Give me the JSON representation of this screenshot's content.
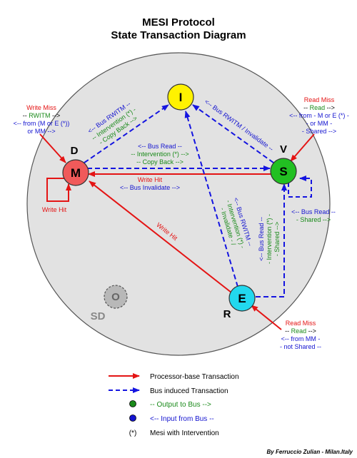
{
  "title": {
    "line1": "MESI Protocol",
    "line2": "State Transaction Diagram"
  },
  "states": {
    "I": {
      "letter": "I",
      "color": "#fff200"
    },
    "M": {
      "letter": "M",
      "color": "#f05a5a"
    },
    "S": {
      "letter": "S",
      "color": "#22c022"
    },
    "E": {
      "letter": "E",
      "color": "#22d8ee"
    },
    "O": {
      "letter": "O",
      "color": "#b8b8b8"
    }
  },
  "corner_letters": {
    "D": "D",
    "V": "V",
    "R": "R",
    "SD": "SD"
  },
  "colors": {
    "processor": "#e41414",
    "bus": "#1414e0",
    "output": "#1a8a1a",
    "input": "#1414d0",
    "circle_bg": "#e2e2e2"
  },
  "labels": {
    "write_miss": {
      "l1": "Write Miss",
      "l2_dash_a": "-- ",
      "l2_green": "RWITM",
      "l2_dash_b": " -->",
      "l3": "<-- from (M or E (*))",
      "l4": "or MM -->"
    },
    "read_miss_s": {
      "l1": "Read Miss",
      "l2_a": "-- ",
      "l2_g": "Read",
      "l2_b": " -->",
      "l3": "<-- from - M or E (*) -",
      "l4": "- or MM -",
      "l5": "- Shared -->"
    },
    "read_miss_e": {
      "l1": "Read Miss",
      "l2_a": "-- ",
      "l2_g": "Read",
      "l2_b": " -->",
      "l3": "<-- from MM -",
      "l4": "- not Shared --"
    },
    "m_to_i": {
      "l1": "<-- Bus RWITM --",
      "l2": "-- Intervention (*) -",
      "l3": "- Copy Back -->"
    },
    "m_to_s": {
      "l1": "<-- Bus Read --",
      "l2": "-- Intervention (*) -->",
      "l3": "-- Copy Back -->"
    },
    "s_to_m": {
      "l1": "Write Hit",
      "l2": "<-- Bus Invalidate -->"
    },
    "s_to_i": {
      "l1": "<-- Bus RWITM / Invalidate --"
    },
    "e_to_i": {
      "l1": "<-- Bus RWITM --",
      "l2": "- Intervention (*) -",
      "l3": "- Invalidate - /"
    },
    "e_to_s": {
      "l1": "<-- Bus Read --",
      "l2": "- Intervention (*) -",
      "l3": "- Shared -->"
    },
    "s_self": {
      "l1": "<-- Bus Read --",
      "l2": "- Shared -->"
    },
    "m_self": "Write Hit",
    "e_to_m": "Write Hit"
  },
  "legend": {
    "processor": "Processor-base Transaction",
    "bus": "Bus induced Transaction",
    "output": "-- Output to Bus -->",
    "input": "<-- Input from Bus --",
    "star": "(*)",
    "star_desc": "Mesi with Intervention"
  },
  "credit": "By Ferruccio Zulian - Milan.Italy"
}
